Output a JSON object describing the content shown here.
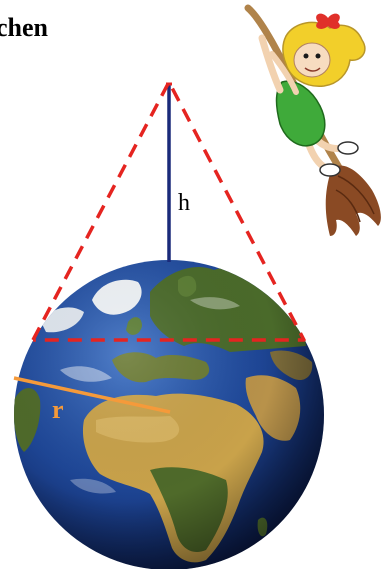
{
  "title": "chen",
  "labels": {
    "height": "h",
    "radius": "r"
  },
  "colors": {
    "cone_outline": "#e52420",
    "height_line": "#1a2a7a",
    "radius_line": "#f59a3a",
    "radius_label": "#f59a3a",
    "ocean_light": "#3a6fc4",
    "ocean_dark": "#0a1a4a",
    "land_green": "#4a6a2a",
    "land_desert": "#c9a24a",
    "ice": "#eef2f6",
    "character_hair": "#f2cf2a",
    "character_shirt": "#3faa3a",
    "broom_stick": "#b0834a",
    "broom_bristles": "#8a4a24"
  },
  "elements": {
    "globe": "earth-globe",
    "character": "witch-girl-on-broom"
  }
}
